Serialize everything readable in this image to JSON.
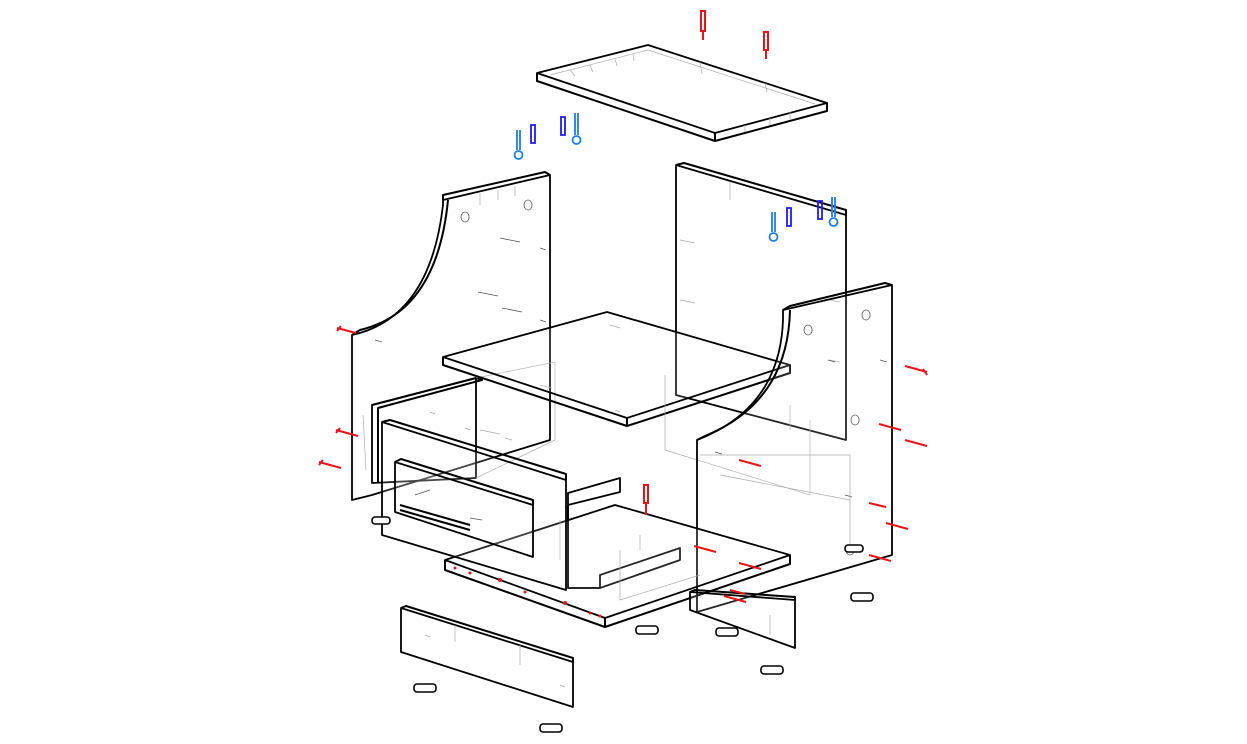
{
  "colors": {
    "background": "#ffffff",
    "outline": "#000000",
    "hidden_lines": "#aaaaaa",
    "screw_red": "#e8141a",
    "dowel_blue": "#1a1aff",
    "dowel_light_blue": "#1e7ee8"
  },
  "parts": [
    "top-panel",
    "left-side-panel",
    "back-panel",
    "right-side-panel",
    "middle-shelf",
    "drawer-front",
    "drawer-box",
    "bottom-panel",
    "front-rail",
    "back-rail",
    "feet",
    "screws",
    "dowels"
  ]
}
